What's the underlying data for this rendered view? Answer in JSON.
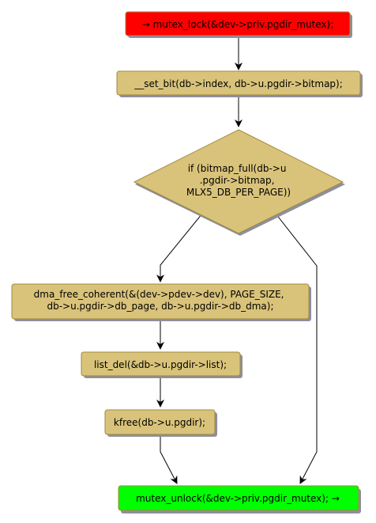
{
  "colors": {
    "action_fill": "#d9c37a",
    "start_fill": "#ff0000",
    "end_fill": "#00ff00",
    "border": "#a08a3c",
    "shadow": "#8e8e9e",
    "edge": "#000000",
    "background": "#ffffff"
  },
  "nodes": {
    "start": {
      "lines": [
        "→ mutex_lock(&dev->priv.pgdir_mutex);"
      ]
    },
    "set_bit": {
      "lines": [
        "__set_bit(db->index, db->u.pgdir->bitmap);"
      ]
    },
    "decision": {
      "lines": [
        "if (bitmap_full(db->u",
        ".pgdir->bitmap,",
        "MLX5_DB_PER_PAGE))"
      ]
    },
    "dma_free": {
      "lines": [
        "dma_free_coherent(&(dev->pdev->dev), PAGE_SIZE,",
        "db->u.pgdir->db_page, db->u.pgdir->db_dma);"
      ]
    },
    "list_del": {
      "lines": [
        "list_del(&db->u.pgdir->list);"
      ]
    },
    "kfree": {
      "lines": [
        "kfree(db->u.pgdir);"
      ]
    },
    "end": {
      "lines": [
        "mutex_unlock(&dev->priv.pgdir_mutex); →"
      ]
    }
  }
}
